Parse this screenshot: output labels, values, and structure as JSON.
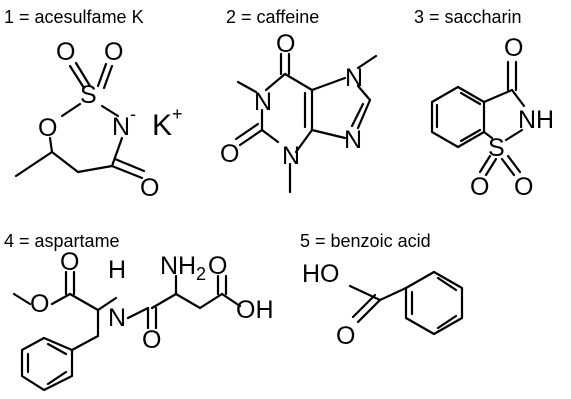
{
  "compounds": [
    {
      "caption": "1 = acesulfame K",
      "atoms": {
        "o1": "O",
        "o2": "O",
        "s": "S",
        "n": "N",
        "charge": "-",
        "k": "K",
        "kplus": "+",
        "o_ring": "O",
        "o_keto": "O"
      }
    },
    {
      "caption": "2 = caffeine",
      "atoms": {
        "o_top": "O",
        "n1": "N",
        "n3": "N",
        "n7": "N",
        "n9": "N",
        "o_left": "O"
      }
    },
    {
      "caption": "3 = saccharin",
      "atoms": {
        "o_top": "O",
        "nh": "NH",
        "s": "S",
        "o_a": "O",
        "o_b": "O"
      }
    },
    {
      "caption": "4 = aspartame",
      "atoms": {
        "o_ester_top": "O",
        "o_ester": "O",
        "h": "H",
        "n": "N",
        "nh2_n": "NH",
        "nh2_sub": "2",
        "o_acid_top": "O",
        "o_amide": "O",
        "oh": "OH"
      }
    },
    {
      "caption": "5 = benzoic acid",
      "atoms": {
        "ho": "HO",
        "o": "O"
      }
    }
  ]
}
